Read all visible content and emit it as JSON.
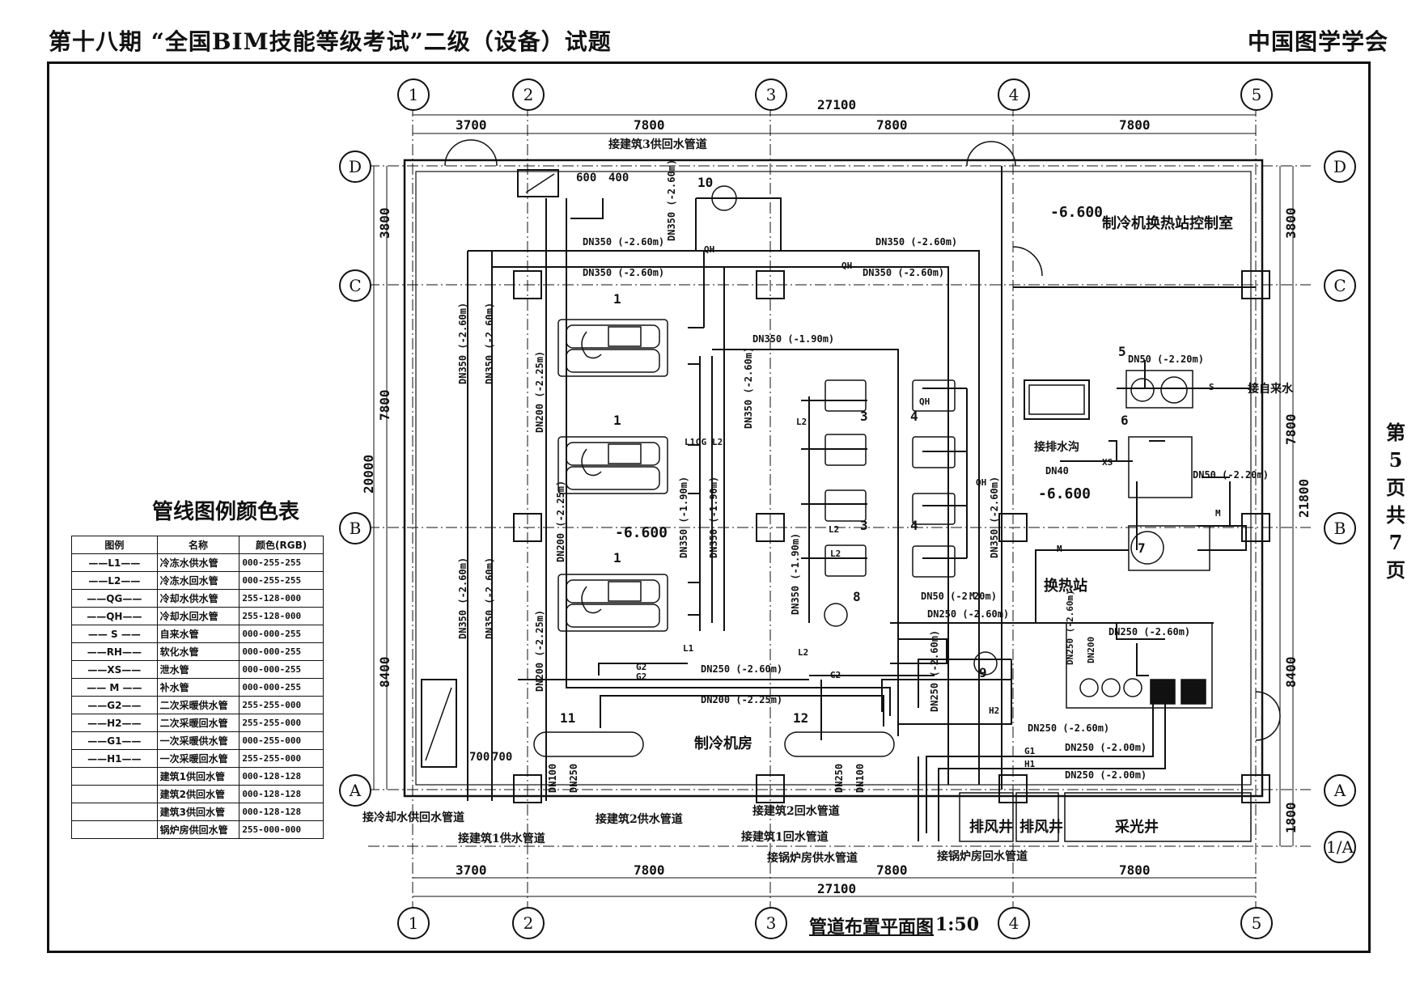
{
  "header": {
    "title": "第十八期 “全国BIM技能等级考试”二级（设备）试题",
    "org": "中国图学学会"
  },
  "side_page": [
    "第",
    "5",
    "页",
    "共",
    "7",
    "页"
  ],
  "drawing": {
    "title": "管道布置平面图",
    "scale": "1:50",
    "col_axes": [
      "1",
      "2",
      "3",
      "4",
      "5"
    ],
    "row_axes": [
      "D",
      "C",
      "B",
      "A",
      "1/A"
    ],
    "dims_top": [
      "3700",
      "7800",
      "7800",
      "7800"
    ],
    "total_top": "27100",
    "dims_bottom": [
      "3700",
      "7800",
      "7800",
      "7800"
    ],
    "total_bottom": "27100",
    "dims_left": [
      "3800",
      "7800",
      "8400"
    ],
    "total_left": "20000",
    "dims_right": [
      "3800",
      "7800",
      "8400",
      "1800"
    ],
    "total_right": "21800",
    "rooms": {
      "chiller_room": "制冷机房",
      "control_room": "制冷机换热站控制室",
      "heat_station": "换热站",
      "exhaust_1": "排风井",
      "exhaust_2": "排风井",
      "skylight": "采光井"
    },
    "elevations": [
      "-6.600",
      "-6.600",
      "-6.600"
    ],
    "small_dims": [
      "600",
      "400",
      "700",
      "700"
    ],
    "pipe_labels": {
      "dn350_260_a": "DN350 (-2.60m)",
      "dn350_260_b": "DN350 (-2.60m)",
      "dn350_260_c": "DN350 (-2.60m)",
      "dn350_260_d": "DN350 (-2.60m)",
      "dn350_190": "DN350 (-1.90m)",
      "dn250_260": "DN250 (-2.60m)",
      "dn200_225": "DN200 (-2.25m)",
      "dn50_220": "DN50 (-2.20m)",
      "dn50_220b": "DN50 (-2.20m)",
      "dn50_220c": "DN50 (-2.20m)",
      "dn250_260b": "DN250 (-2.60m)",
      "dn250_260c": "DN250 (-2.60m)",
      "dn250_260d": "DN250 (-2.60m)",
      "dn250_200a": "DN250 (-2.00m)",
      "dn250_200b": "DN250 (-2.00m)",
      "dn40": "DN40",
      "v_left1": "DN350 (-2.60m)",
      "v_left2": "DN350 (-2.60m)",
      "v_left3": "DN350 (-2.60m)",
      "v_left4": "DN350 (-2.60m)",
      "v_dn200_1": "DN200 (-2.25m)",
      "v_dn200_2": "DN200 (-2.25m)",
      "v_dn200_3": "DN200 (-2.25m)",
      "v_dn350_190a": "DN350 (-1.90m)",
      "v_dn350_190b": "DN350 (-1.90m)",
      "v_dn350_190c": "DN350 (-1.90m)",
      "v_dn350_260": "DN350 (-2.60m)",
      "v_dn350_260b": "DN350 (-2.60m)",
      "v_dn350_260c": "DN350 (-2.60m)",
      "v_dn250_260": "DN250 (-2.60m)",
      "v_dn100a": "DN100",
      "v_dn250a": "DN250",
      "v_dn250b": "DN250",
      "v_dn100b": "DN100",
      "dn250_260e": "DN250 (-2.60m)",
      "v_dn200_small": "DN200"
    },
    "pipe_codes": {
      "QH1": "QH",
      "QH2": "QH",
      "L1a": "L1",
      "QGa": "QG",
      "L2a": "L2",
      "L2b": "L2",
      "L2c": "L2",
      "L2d": "L2",
      "L2e": "L2",
      "L1b": "L1",
      "G2a": "G2",
      "G2b": "G2",
      "G2c": "G2",
      "H2": "H2",
      "G1": "G1",
      "H1": "H1",
      "S": "S",
      "XS": "XS",
      "M1": "M",
      "M2": "M",
      "M3": "M",
      "QH3": "QH",
      "QH4": "QH"
    },
    "notes": {
      "b3_return": "接建筑3供回水管道",
      "cooling_pipe": "接冷却水供回水管道",
      "b1_supply": "接建筑1供水管道",
      "b2_supply": "接建筑2供水管道",
      "b2_return": "接建筑2回水管道",
      "b1_return": "接建筑1回水管道",
      "boiler_supply": "接锅炉房供水管道",
      "boiler_return": "接锅炉房回水管道",
      "tap_water": "接自来水",
      "drain": "接排水沟"
    },
    "equipment_tags": [
      "1",
      "1",
      "1",
      "3",
      "3",
      "4",
      "4",
      "5",
      "6",
      "7",
      "8",
      "9",
      "10",
      "11",
      "12"
    ]
  },
  "legend": {
    "title": "管线图例颜色表",
    "headers": [
      "图例",
      "名称",
      "颜色(RGB)"
    ],
    "rows": [
      {
        "symbol": "——L1——",
        "name": "冷冻水供水管",
        "rgb": "000-255-255"
      },
      {
        "symbol": "——L2——",
        "name": "冷冻水回水管",
        "rgb": "000-255-255"
      },
      {
        "symbol": "——QG——",
        "name": "冷却水供水管",
        "rgb": "255-128-000"
      },
      {
        "symbol": "——QH——",
        "name": "冷却水回水管",
        "rgb": "255-128-000"
      },
      {
        "symbol": "—— S ——",
        "name": "自来水管",
        "rgb": "000-000-255"
      },
      {
        "symbol": "——RH——",
        "name": "软化水管",
        "rgb": "000-000-255"
      },
      {
        "symbol": "——XS——",
        "name": "泄水管",
        "rgb": "000-000-255"
      },
      {
        "symbol": "—— M ——",
        "name": "补水管",
        "rgb": "000-000-255"
      },
      {
        "symbol": "——G2——",
        "name": "二次采暖供水管",
        "rgb": "255-255-000"
      },
      {
        "symbol": "——H2——",
        "name": "二次采暖回水管",
        "rgb": "255-255-000"
      },
      {
        "symbol": "——G1——",
        "name": "一次采暖供水管",
        "rgb": "000-255-000"
      },
      {
        "symbol": "——H1——",
        "name": "一次采暖回水管",
        "rgb": "255-255-000"
      },
      {
        "symbol": "",
        "name": "建筑1供回水管",
        "rgb": "000-128-128"
      },
      {
        "symbol": "",
        "name": "建筑2供回水管",
        "rgb": "000-128-128"
      },
      {
        "symbol": "",
        "name": "建筑3供回水管",
        "rgb": "000-128-128"
      },
      {
        "symbol": "",
        "name": "锅炉房供回水管",
        "rgb": "255-000-000"
      }
    ]
  }
}
